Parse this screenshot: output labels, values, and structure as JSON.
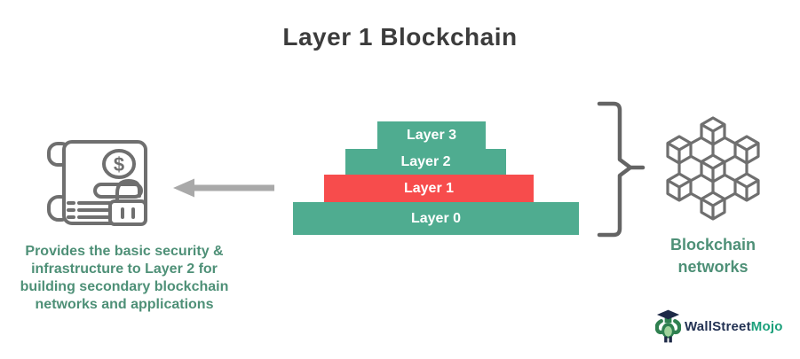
{
  "title": "Layer 1 Blockchain",
  "pyramid": {
    "layers": [
      {
        "label": "Layer 3",
        "color": "#4fac90"
      },
      {
        "label": "Layer 2",
        "color": "#4fac90"
      },
      {
        "label": "Layer 1",
        "color": "#f74c4c"
      },
      {
        "label": "Layer 0",
        "color": "#4fac90"
      }
    ]
  },
  "left_annotation": {
    "icon": "scroll-dollar-lock-icon",
    "dollar_glyph": "$",
    "description": "Provides the basic security &\ninfrastructure to Layer 2 for\nbuilding secondary blockchain\nnetworks and applications"
  },
  "right_annotation": {
    "icon": "blockchain-network-icon",
    "label": "Blockchain\nnetworks"
  },
  "branding": {
    "logo_text_primary": "WallStreet",
    "logo_text_accent": "Mojo"
  },
  "colors": {
    "teal": "#4fac90",
    "red": "#f74c4c",
    "green_text": "#4e9077",
    "icon_gray": "#6f6f6f",
    "arrow_gray": "#a9a9a9",
    "brace_gray": "#646464",
    "title_gray": "#3c3c3c",
    "logo_navy": "#233253",
    "logo_teal": "#1ca07b"
  }
}
